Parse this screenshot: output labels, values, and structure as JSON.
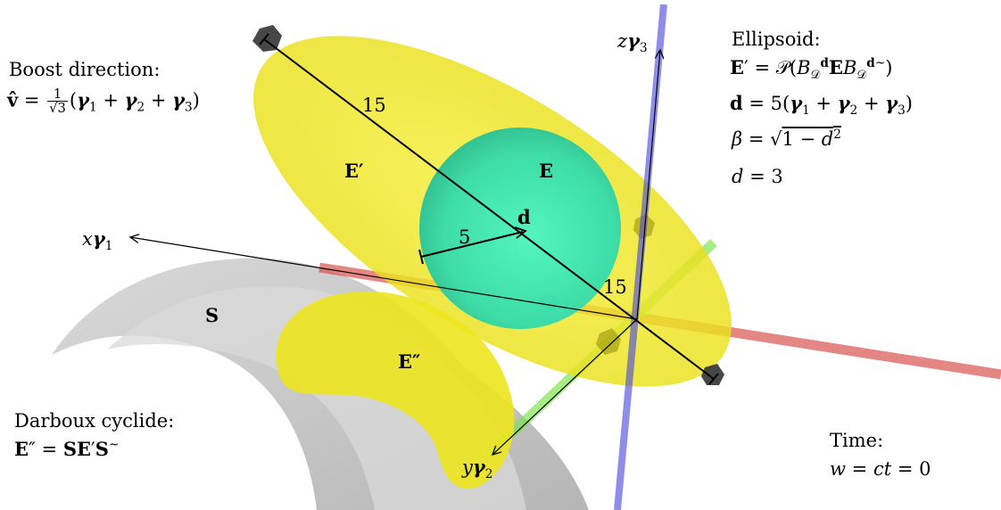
{
  "colors": {
    "ellipsoid": "#f2ec1a",
    "sphere": "#2ee8b4",
    "shell": "#b8b8b8",
    "axis_x": "#d9534f",
    "axis_y": "#7be34a",
    "axis_z": "#4444dd",
    "marker": "#333333"
  },
  "labels": {
    "boost_title": "Boost direction:",
    "ellipsoid_title": "Ellipsoid:",
    "darboux_title": "Darboux cyclide:",
    "time_title": "Time:",
    "len_15_top": "15",
    "len_15_bottom": "15",
    "len_5": "5",
    "E_prime": "E′",
    "E": "E",
    "E_double": "E″",
    "S": "S",
    "d": "d",
    "axis_x": "xγ1",
    "axis_y": "yγ2",
    "axis_z": "zγ3"
  },
  "equations": {
    "boost": "v̂ = 1/√3 (γ1 + γ2 + γ3)",
    "ellipsoid": "E′ = 𝒫(B_𝒟^d E B_𝒟^d~)",
    "d_def": "d = 5(γ1 + γ2 + γ3)",
    "beta": "β = √(1 − d²)",
    "d_val": "d = 3",
    "darboux": "E″ = SE′S~",
    "time": "w = ct = 0"
  }
}
